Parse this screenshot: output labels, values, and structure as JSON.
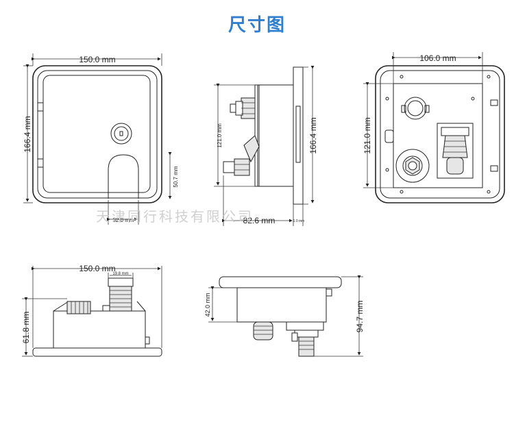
{
  "title": "尺寸图",
  "watermark": "天津同行科技有限公司",
  "front_view": {
    "width": "150.0 mm",
    "height": "166.4 mm",
    "door_height": "50.7 mm",
    "door_width": "32.0 mm"
  },
  "side_view": {
    "depth": "82.6 mm",
    "height": "166.4 mm",
    "inner_height": "121.0 mm",
    "lip": "1.0 mm"
  },
  "back_view": {
    "width": "106.0 mm",
    "height": "121.0 mm"
  },
  "top_view": {
    "width": "150.0 mm",
    "height": "61.8 mm",
    "fitting": "19.8 mm"
  },
  "bottom_side_view": {
    "body_height": "42.0 mm",
    "total_height": "94.7 mm"
  }
}
